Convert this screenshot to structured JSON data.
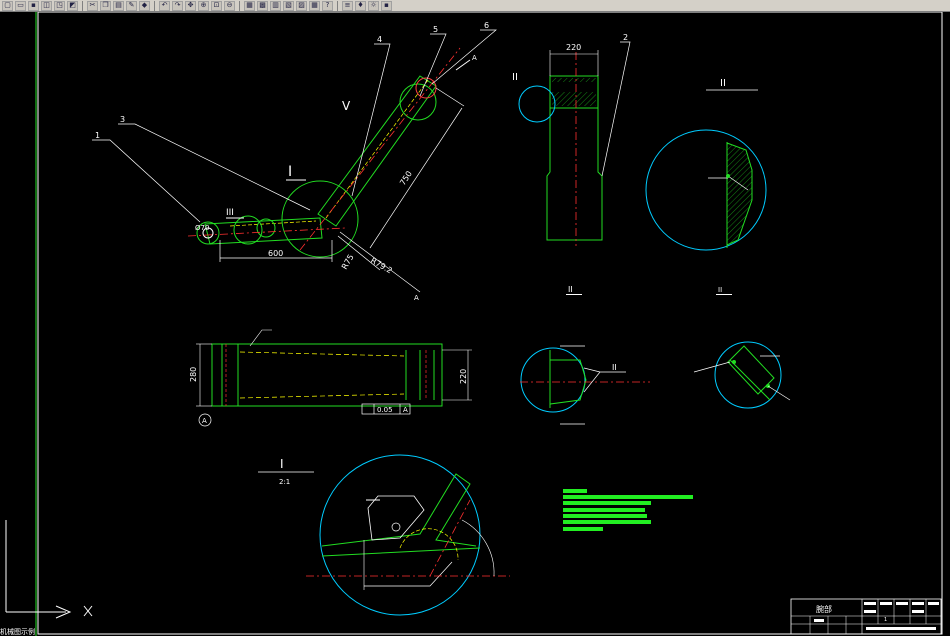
{
  "toolbar": {
    "buttons": [
      {
        "name": "new-file-icon",
        "glyph": "▢"
      },
      {
        "name": "open-folder-icon",
        "glyph": "▭"
      },
      {
        "name": "save-icon",
        "glyph": "▪"
      },
      {
        "name": "plot-icon",
        "glyph": "◫"
      },
      {
        "name": "preview-icon",
        "glyph": "◳"
      },
      {
        "name": "publish-icon",
        "glyph": "◩"
      },
      {
        "name": "cut-icon",
        "glyph": "✂"
      },
      {
        "name": "copy-icon",
        "glyph": "❐"
      },
      {
        "name": "paste-icon",
        "glyph": "▤"
      },
      {
        "name": "match-properties-icon",
        "glyph": "✎"
      },
      {
        "name": "block-editor-icon",
        "glyph": "◆"
      },
      {
        "name": "undo-icon",
        "glyph": "↶"
      },
      {
        "name": "redo-icon",
        "glyph": "↷"
      },
      {
        "name": "pan-icon",
        "glyph": "✥"
      },
      {
        "name": "zoom-realtime-icon",
        "glyph": "⊕"
      },
      {
        "name": "zoom-window-icon",
        "glyph": "⊡"
      },
      {
        "name": "zoom-previous-icon",
        "glyph": "⊖"
      },
      {
        "name": "properties-icon",
        "glyph": "▦"
      },
      {
        "name": "design-center-icon",
        "glyph": "▩"
      },
      {
        "name": "tool-palettes-icon",
        "glyph": "▥"
      },
      {
        "name": "sheet-set-icon",
        "glyph": "▧"
      },
      {
        "name": "markup-icon",
        "glyph": "▨"
      },
      {
        "name": "calculator-icon",
        "glyph": "▦"
      },
      {
        "name": "help-icon",
        "glyph": "?"
      },
      {
        "name": "layer-manager-icon",
        "glyph": "≡"
      },
      {
        "name": "layer-state-icon",
        "glyph": "♦"
      },
      {
        "name": "layer-freeze-icon",
        "glyph": "☼"
      },
      {
        "name": "layer-lock-icon",
        "glyph": "▪"
      }
    ]
  },
  "drawing": {
    "labels": {
      "leader_1": "1",
      "leader_2": "2",
      "leader_3": "3",
      "leader_4": "4",
      "leader_5": "5",
      "leader_6": "6",
      "view_I": "I",
      "view_II": "II",
      "view_III": "III",
      "view_V": "V",
      "view_A_top": "A",
      "view_A_bottom": "A",
      "section_II_title": "II",
      "section_I_title": "I",
      "section_I_scale": "2:1",
      "section_III_title": "II",
      "detail_title_right": "II",
      "detail_title_mid": "II"
    },
    "dims": {
      "dia_70": "Ø70",
      "len_600": "600",
      "len_750": "750",
      "r_75": "R75",
      "r_792": "R79.2",
      "w_220_top": "220",
      "h_280": "280",
      "h_220": "220",
      "tol_box": "0.05",
      "tol_ref": "A",
      "datum_A": "A"
    },
    "title_block": {
      "title": "腕部",
      "cell_a": "1"
    },
    "command_line": "机械图示例"
  }
}
